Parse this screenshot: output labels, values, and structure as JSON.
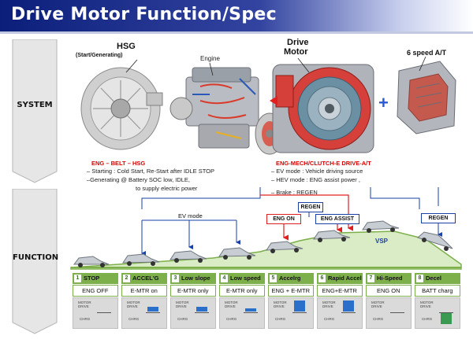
{
  "title": "Drive Motor Function/Spec",
  "sections": {
    "system": "SYSTEM",
    "function": "FUNCTION"
  },
  "system": {
    "hsg_title": "HSG",
    "hsg_sub": "(Start/Generating)",
    "engine": "Engine",
    "drive_motor_line1": "Drive",
    "drive_motor_line2": "Motor",
    "transmission": "6 speed A/T",
    "plus": "+",
    "left_heading": "ENG – BELT – HSG",
    "left_notes": [
      "– Starting : Cold Start, Re-Start after IDLE STOP",
      "–Generating @ Battery SOC low, IDLE,",
      "to supply electric power"
    ],
    "right_heading": "ENG-MECH/CLUTCH-E DRIVE-A/T",
    "right_notes": [
      "– EV mode : Vehicle driving source",
      "– HEV mode : ENG assist power ,",
      "– Brake : REGEN"
    ]
  },
  "function": {
    "labels": {
      "ev_mode": "EV mode",
      "regen_top": "REGEN",
      "eng_on": "ENG ON",
      "eng_assist": "ENG ASSIST",
      "regen_right": "REGEN",
      "vsp": "VSP"
    },
    "gauge_labels": {
      "motor_drive": "MOTOR\nDRIVE",
      "chrg": "CHRG"
    },
    "stages": [
      {
        "num": "1",
        "name": "STOP",
        "mode": "ENG OFF",
        "gauge": "none"
      },
      {
        "num": "2",
        "name": "ACCEL'G",
        "mode": "E-MTR on",
        "gauge": "drive-med"
      },
      {
        "num": "3",
        "name": "Low slope",
        "mode": "E-MTR only",
        "gauge": "drive-med"
      },
      {
        "num": "4",
        "name": "Low speed",
        "mode": "E-MTR only",
        "gauge": "drive-small"
      },
      {
        "num": "5",
        "name": "Accelrg",
        "mode": "ENG + E-MTR",
        "gauge": "drive-high"
      },
      {
        "num": "6",
        "name": "Rapid Accel",
        "mode": "ENG+E-MTR",
        "gauge": "drive-high"
      },
      {
        "num": "7",
        "name": "Hi-Speed",
        "mode": "ENG ON",
        "gauge": "none"
      },
      {
        "num": "8",
        "name": "Decel",
        "mode": "BATT charg",
        "gauge": "charge"
      }
    ]
  },
  "colors": {
    "title_blue": "#0b1f7a",
    "stage_green": "#7db04a",
    "hill_green": "#d9ecc6",
    "arrow_blue": "#1a3fa6",
    "arrow_red": "#e02020",
    "gauge_blue": "#2a6fc9",
    "gauge_green": "#3a9a52"
  }
}
